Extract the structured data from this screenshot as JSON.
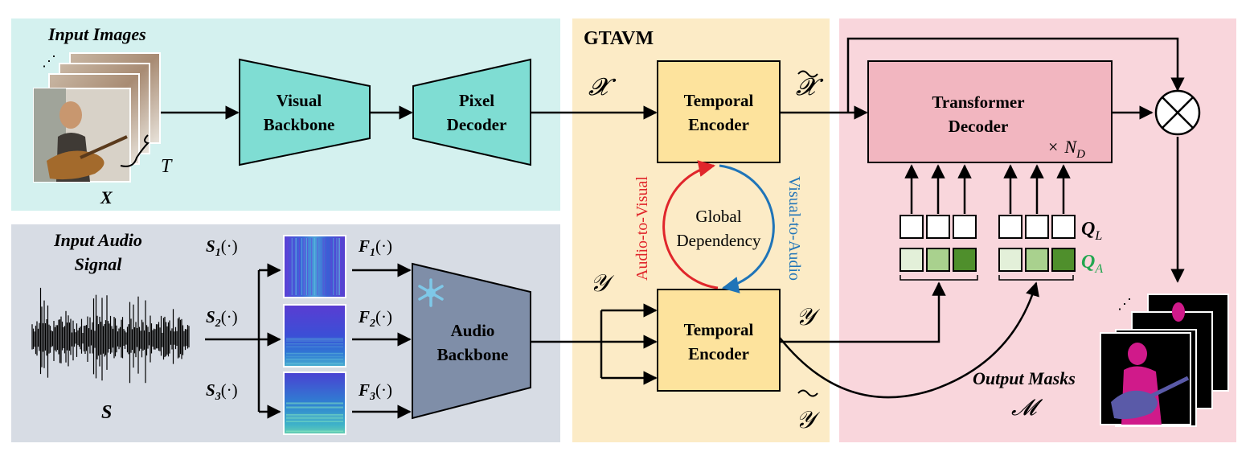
{
  "panels": {
    "input_images": {
      "title": "Input Images",
      "var_X": "X",
      "var_T": "T",
      "dots": "⋰"
    },
    "audio": {
      "title_line1": "Input Audio",
      "title_line2": "Signal",
      "var_S": "S"
    },
    "gtavm": {
      "title": "GTAVM"
    },
    "decoder": {}
  },
  "blocks": {
    "visual_backbone": {
      "line1": "Visual",
      "line2": "Backbone"
    },
    "pixel_decoder": {
      "line1": "Pixel",
      "line2": "Decoder"
    },
    "temporal_encoder_top": {
      "line1": "Temporal",
      "line2": "Encoder"
    },
    "temporal_encoder_bottom": {
      "line1": "Temporal",
      "line2": "Encoder"
    },
    "audio_backbone": {
      "line1": "Audio",
      "line2": "Backbone"
    },
    "transformer_decoder": {
      "line1": "Transformer",
      "line2": "Decoder",
      "times": "×",
      "nd": "N",
      "nd_sub": "D"
    }
  },
  "labels": {
    "cal_x": "𝓧",
    "cal_x_tilde": "𝓧",
    "cal_y_in": "𝒴",
    "cal_y_out": "𝒴",
    "cal_y_tilde": "𝒴",
    "audio_to_visual": "Audio-to-Visual",
    "visual_to_audio": "Visual-to-Audio",
    "global_dependency_line1": "Global",
    "global_dependency_line2": "Dependency",
    "s1": "S",
    "s1_sub": "1",
    "s_arg": "(·)",
    "s2": "S",
    "s2_sub": "2",
    "s3": "S",
    "s3_sub": "3",
    "f1": "F",
    "f1_sub": "1",
    "f2": "F",
    "f2_sub": "2",
    "f3": "F",
    "f3_sub": "3",
    "q_l": "Q",
    "q_l_sub": "L",
    "q_a": "Q",
    "q_a_sub": "A",
    "output_masks": "Output Masks",
    "cal_m": "𝓜",
    "mask_dots": "⋰"
  },
  "colors": {
    "input_panel": "#d4f1ef",
    "audio_panel": "#d7dce4",
    "gtavm_panel": "#fcebc6",
    "decoder_panel": "#f9d6dc",
    "visual_block": "#7fddd3",
    "temporal_block": "#fde39d",
    "audio_block": "#7f8ea8",
    "transformer_block": "#f2b6c0",
    "audio_to_visual": "#e0262b",
    "visual_to_audio": "#1f74b8",
    "qa_text": "#22a650",
    "qa_light": "#e3f0d9",
    "qa_mid": "#a9d18e",
    "qa_dark": "#4f8f2c"
  }
}
